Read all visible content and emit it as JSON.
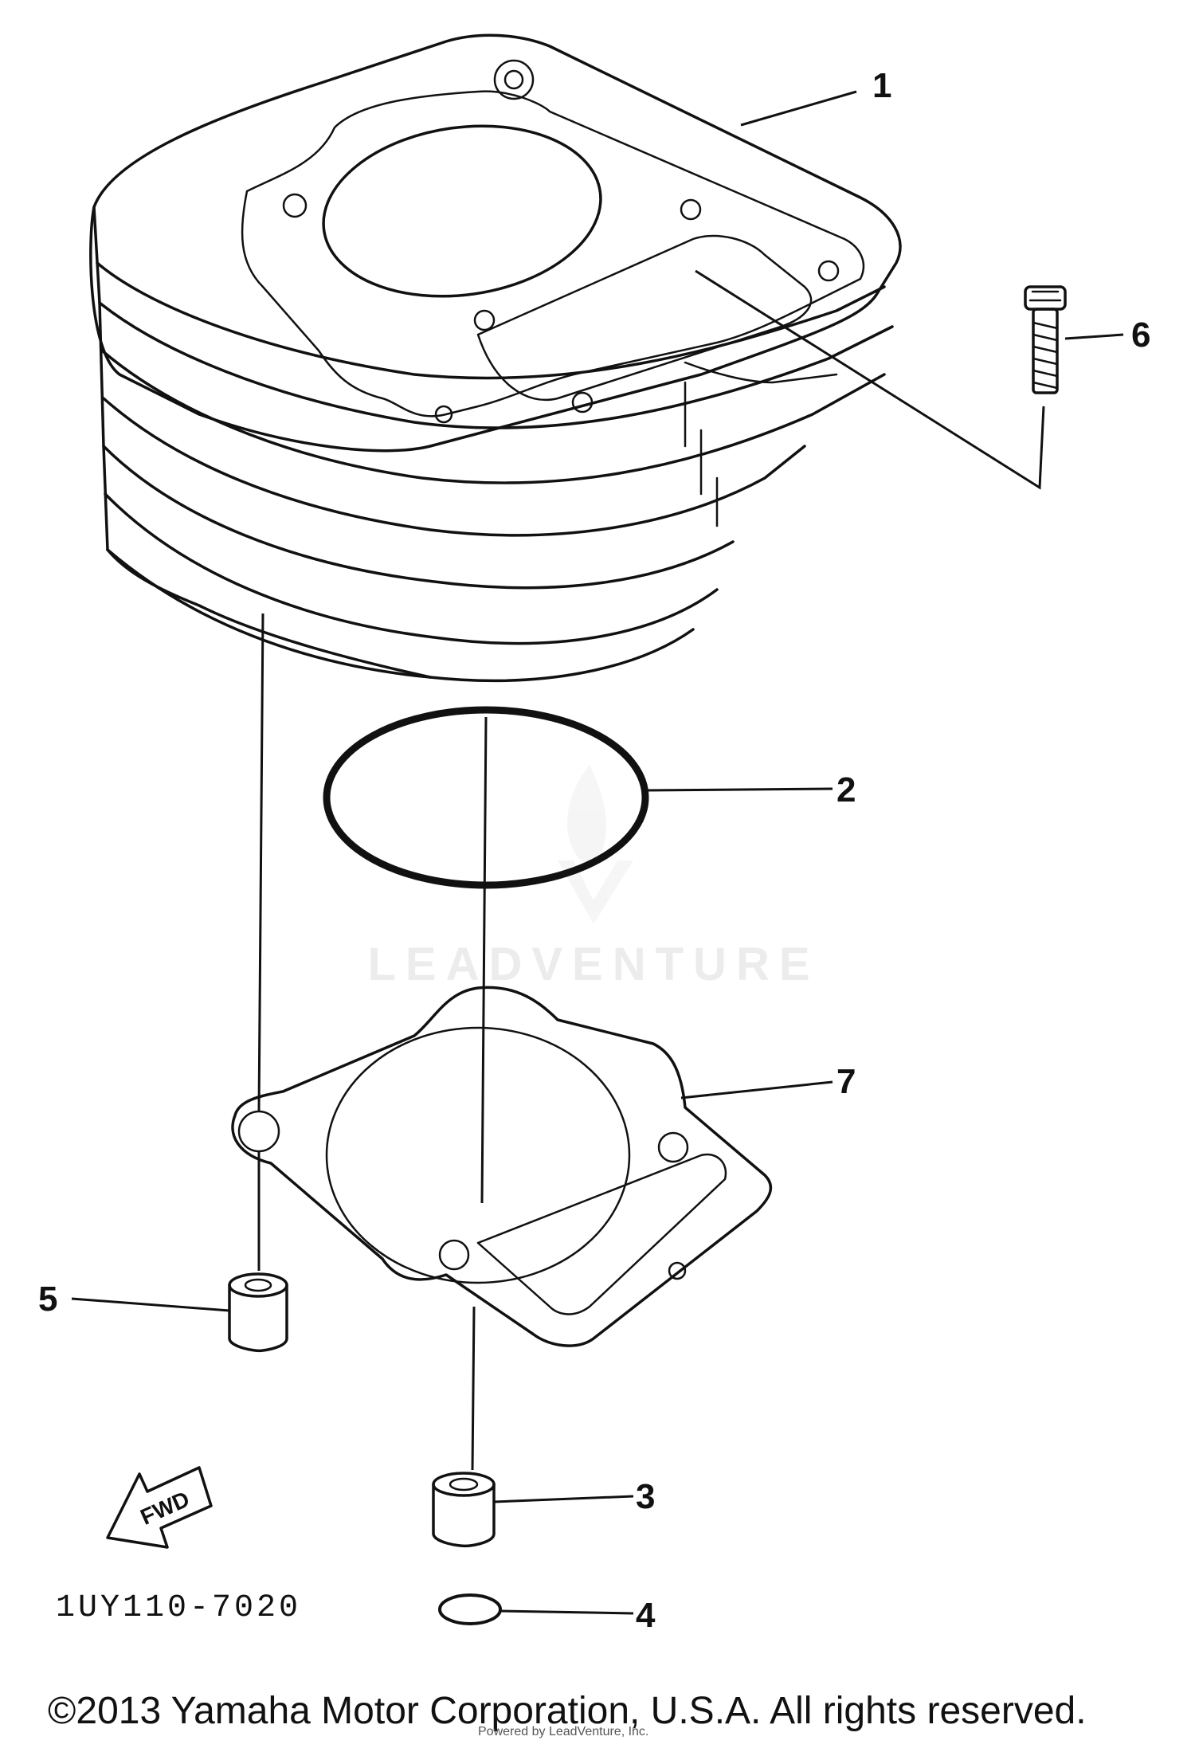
{
  "diagram": {
    "callouts": [
      {
        "id": "1",
        "label": "1"
      },
      {
        "id": "2",
        "label": "2"
      },
      {
        "id": "3",
        "label": "3"
      },
      {
        "id": "4",
        "label": "4"
      },
      {
        "id": "5",
        "label": "5"
      },
      {
        "id": "6",
        "label": "6"
      },
      {
        "id": "7",
        "label": "7"
      }
    ],
    "fwd_label": "FWD",
    "diagram_code": "1UY110-7020"
  },
  "watermark": {
    "text": "LEADVENTURE"
  },
  "footer": {
    "copyright": "©2013 Yamaha Motor Corporation, U.S.A. All rights reserved.",
    "credit": "Powered by LeadVenture, Inc."
  }
}
